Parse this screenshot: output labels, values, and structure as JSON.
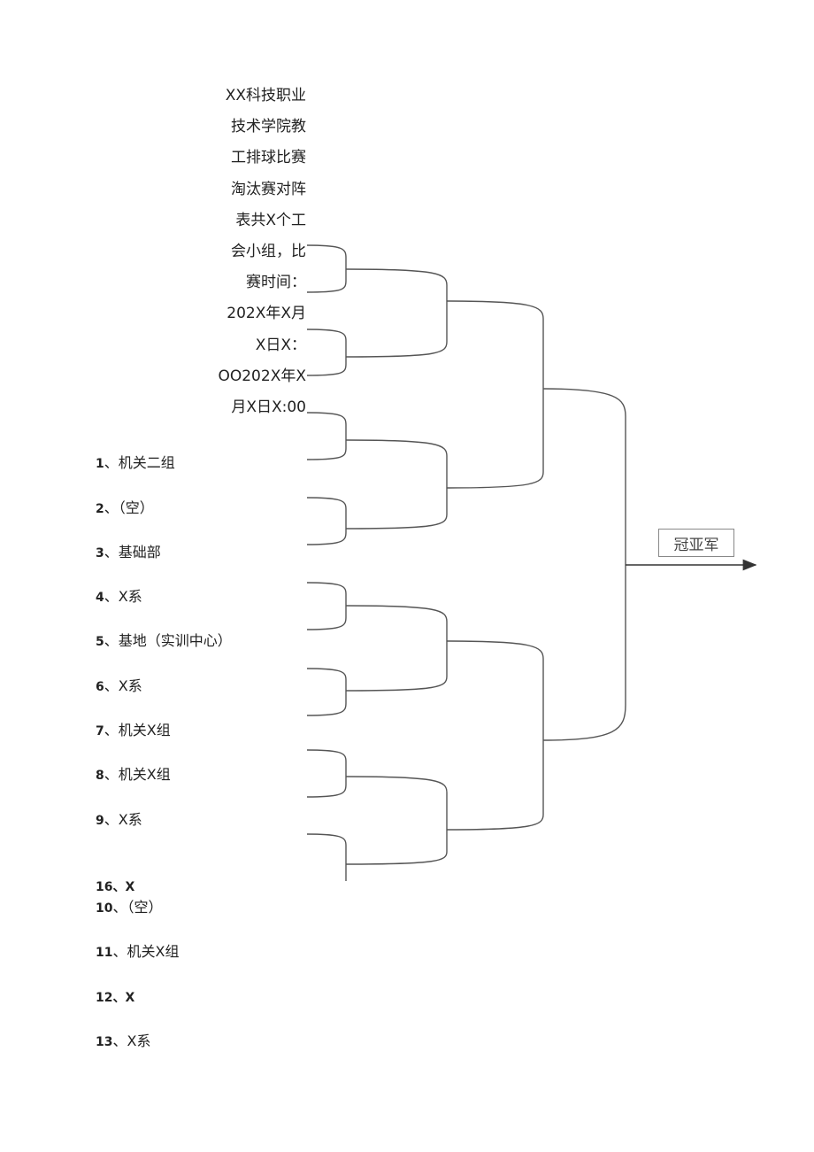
{
  "title_lines": [
    "XX科技职业",
    "技术学院教",
    "工排球比赛",
    "淘汰赛对阵",
    "表共X个工",
    "会小组，比",
    "赛时间：",
    "202X年X月",
    "X日X：",
    "OO202X年X",
    "月X日X:00"
  ],
  "teams": [
    {
      "num": "1",
      "name": "、机关二组"
    },
    {
      "num": "2",
      "name": "、（空）"
    },
    {
      "num": "3",
      "name": "、基础部"
    },
    {
      "num": "4",
      "name": "、X系"
    },
    {
      "num": "5",
      "name": "、基地（实训中心）"
    },
    {
      "num": "6",
      "name": "、X系"
    },
    {
      "num": "7",
      "name": "、机关X组"
    },
    {
      "num": "8",
      "name": "、机关X组"
    },
    {
      "num": "9",
      "name": "、X系"
    },
    {
      "num": "16",
      "name": "、X"
    },
    {
      "num": "10",
      "name": "、（空）"
    },
    {
      "num": "11",
      "name": "、机关X组"
    },
    {
      "num": "12",
      "name": "、X"
    },
    {
      "num": "13",
      "name": "、X系"
    }
  ],
  "champion_label": "冠亚军"
}
